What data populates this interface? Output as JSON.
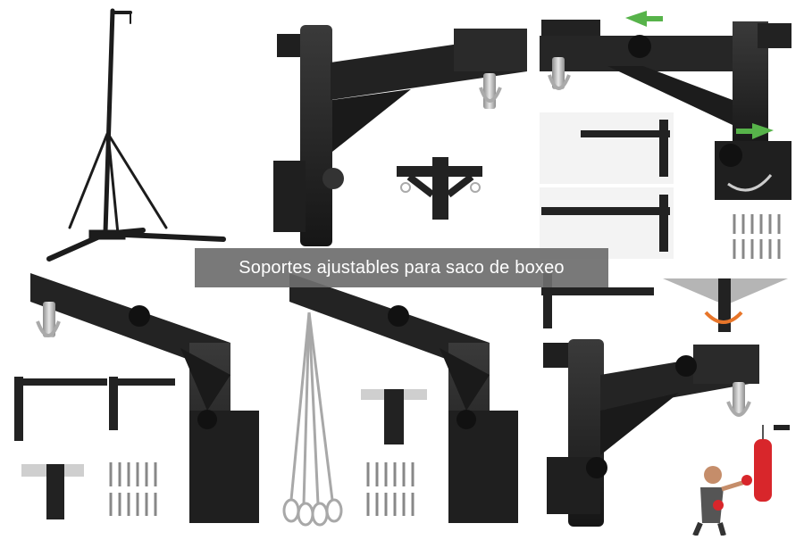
{
  "caption": {
    "text": "Soportes ajustables para saco de boxeo"
  },
  "colors": {
    "metal": "#1c1c1c",
    "steel": "#b9b9b9",
    "bag": "#d8262b",
    "arrow": "#57b34a",
    "accent_orange": "#e8762a"
  },
  "items": [
    {
      "name": "freestanding-bag-stand",
      "icon": "stand-icon"
    },
    {
      "name": "wall-bracket-closeup",
      "icon": "bracket-icon"
    },
    {
      "name": "adjustable-wall-bracket",
      "icon": "bracket-icon"
    },
    {
      "name": "bracket-with-chain",
      "icon": "chain-icon"
    },
    {
      "name": "bracket-with-boxer",
      "icon": "boxer-icon"
    }
  ]
}
